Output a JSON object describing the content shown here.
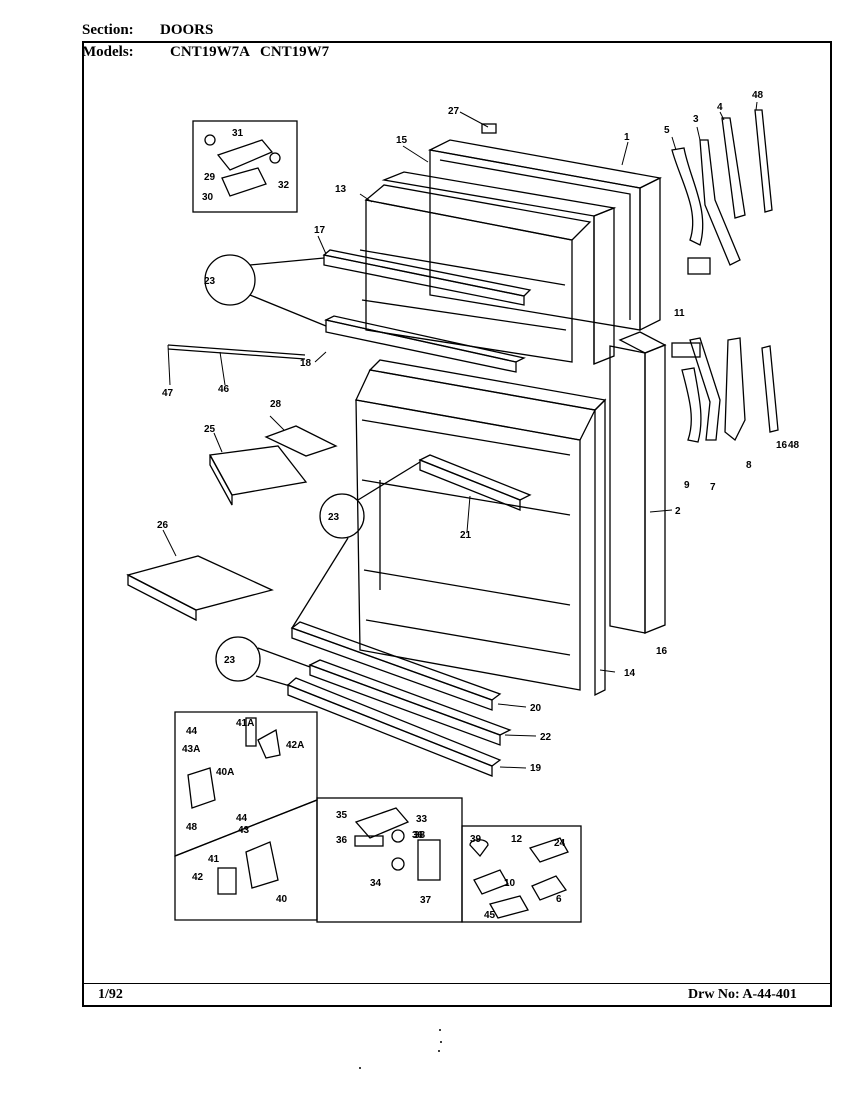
{
  "header": {
    "section_label": "Section:",
    "section_value": "DOORS",
    "models_label": "Models:",
    "models": [
      "CNT19W7A",
      "CNT19W7"
    ]
  },
  "footer": {
    "date_code": "1/92",
    "drawing_number": "Drw No: A-44-401"
  },
  "callouts": [
    "1",
    "2",
    "3",
    "4",
    "5",
    "6",
    "7",
    "8",
    "9",
    "10",
    "11",
    "12",
    "13",
    "14",
    "15",
    "16",
    "16",
    "17",
    "18",
    "19",
    "20",
    "21",
    "22",
    "23",
    "23",
    "23",
    "24",
    "25",
    "26",
    "27",
    "28",
    "29",
    "30",
    "31",
    "32",
    "33",
    "34",
    "35",
    "36",
    "36",
    "37",
    "38",
    "39",
    "40",
    "40A",
    "41",
    "41A",
    "42",
    "42A",
    "43",
    "43A",
    "44",
    "44",
    "45",
    "46",
    "47",
    "48",
    "48",
    "48"
  ]
}
